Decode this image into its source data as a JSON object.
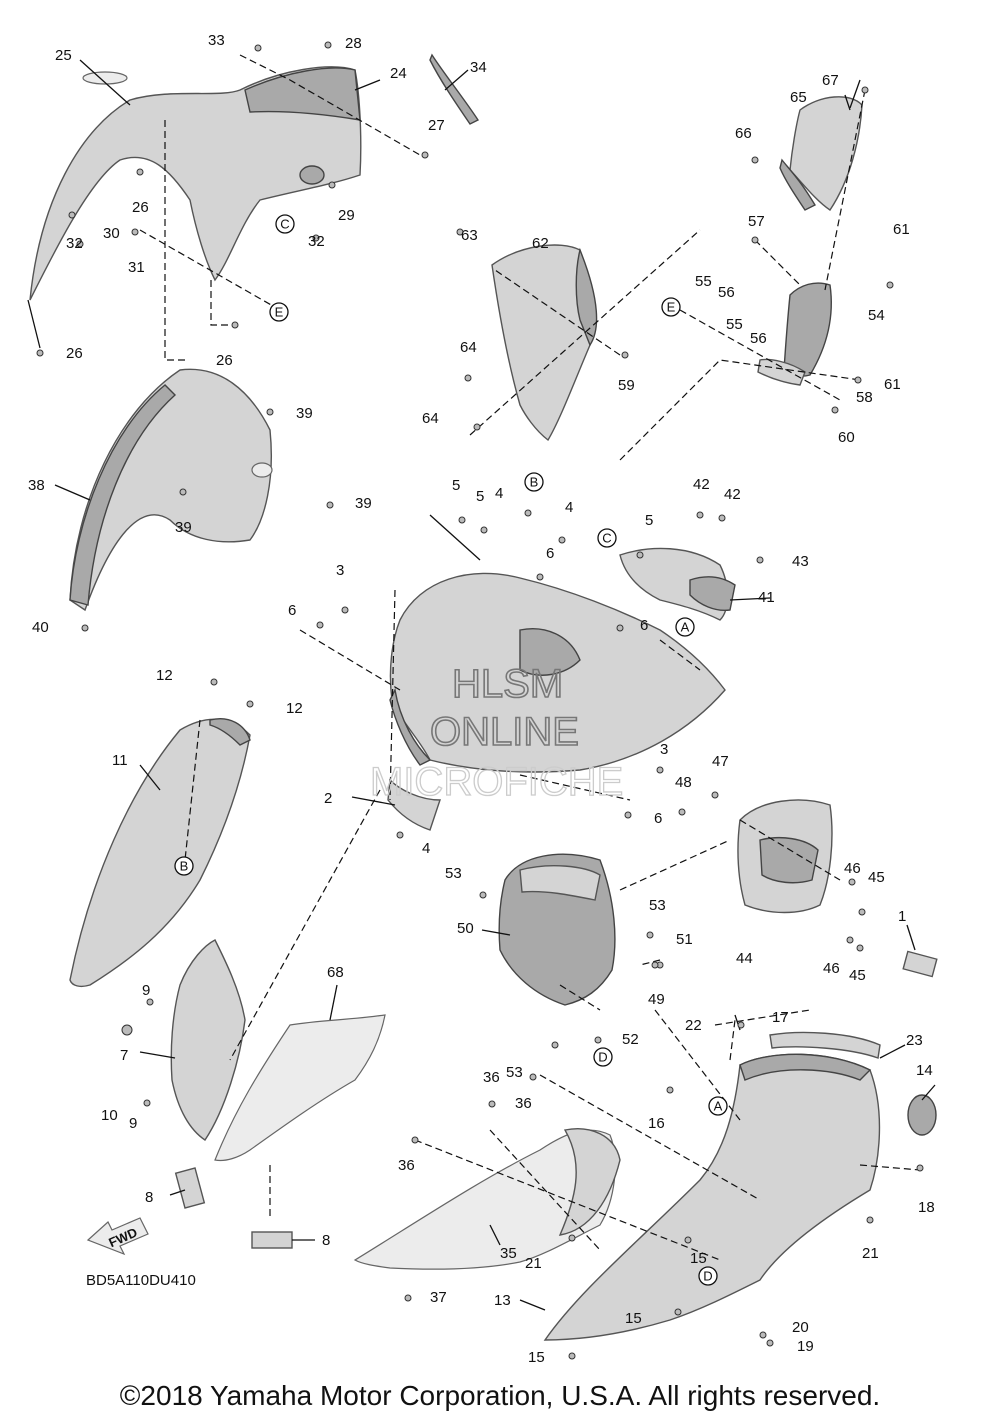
{
  "diagram_code": "BD5A110DU410",
  "copyright": "©2018 Yamaha Motor Corporation, U.S.A. All rights reserved.",
  "watermark": [
    "HLSM",
    "ONLINE",
    "MICROFICHE"
  ],
  "fwd_label": "FWD",
  "callouts": [
    {
      "id": "c25",
      "text": "25"
    },
    {
      "id": "c33",
      "text": "33"
    },
    {
      "id": "c28",
      "text": "28"
    },
    {
      "id": "c24",
      "text": "24"
    },
    {
      "id": "c34",
      "text": "34"
    },
    {
      "id": "c27",
      "text": "27"
    },
    {
      "id": "c26a",
      "text": "26"
    },
    {
      "id": "c29",
      "text": "29"
    },
    {
      "id": "c30",
      "text": "30"
    },
    {
      "id": "c31",
      "text": "31"
    },
    {
      "id": "c32a",
      "text": "32"
    },
    {
      "id": "c32b",
      "text": "32"
    },
    {
      "id": "c26b",
      "text": "26"
    },
    {
      "id": "c26c",
      "text": "26"
    },
    {
      "id": "c67",
      "text": "67"
    },
    {
      "id": "c65",
      "text": "65"
    },
    {
      "id": "c66",
      "text": "66"
    },
    {
      "id": "c63",
      "text": "63"
    },
    {
      "id": "c62",
      "text": "62"
    },
    {
      "id": "c57",
      "text": "57"
    },
    {
      "id": "c61a",
      "text": "61"
    },
    {
      "id": "c55a",
      "text": "55"
    },
    {
      "id": "c56a",
      "text": "56"
    },
    {
      "id": "c55b",
      "text": "55"
    },
    {
      "id": "c56b",
      "text": "56"
    },
    {
      "id": "c54",
      "text": "54"
    },
    {
      "id": "c64a",
      "text": "64"
    },
    {
      "id": "c59",
      "text": "59"
    },
    {
      "id": "c61b",
      "text": "61"
    },
    {
      "id": "c58",
      "text": "58"
    },
    {
      "id": "c64b",
      "text": "64"
    },
    {
      "id": "c60",
      "text": "60"
    },
    {
      "id": "c39a",
      "text": "39"
    },
    {
      "id": "c38",
      "text": "38"
    },
    {
      "id": "c39b",
      "text": "39"
    },
    {
      "id": "c39c",
      "text": "39"
    },
    {
      "id": "c40",
      "text": "40"
    },
    {
      "id": "c5a",
      "text": "5"
    },
    {
      "id": "c5b",
      "text": "5"
    },
    {
      "id": "c4a",
      "text": "4"
    },
    {
      "id": "c4b",
      "text": "4"
    },
    {
      "id": "c42a",
      "text": "42"
    },
    {
      "id": "c42b",
      "text": "42"
    },
    {
      "id": "c6a",
      "text": "6"
    },
    {
      "id": "c5c",
      "text": "5"
    },
    {
      "id": "c3a",
      "text": "3"
    },
    {
      "id": "c43",
      "text": "43"
    },
    {
      "id": "c6b",
      "text": "6"
    },
    {
      "id": "c41",
      "text": "41"
    },
    {
      "id": "c6c",
      "text": "6"
    },
    {
      "id": "c12a",
      "text": "12"
    },
    {
      "id": "c12b",
      "text": "12"
    },
    {
      "id": "c11",
      "text": "11"
    },
    {
      "id": "c3b",
      "text": "3"
    },
    {
      "id": "c47",
      "text": "47"
    },
    {
      "id": "c48",
      "text": "48"
    },
    {
      "id": "c2",
      "text": "2"
    },
    {
      "id": "c6d",
      "text": "6"
    },
    {
      "id": "c4c",
      "text": "4"
    },
    {
      "id": "c53a",
      "text": "53"
    },
    {
      "id": "c46a",
      "text": "46"
    },
    {
      "id": "c45a",
      "text": "45"
    },
    {
      "id": "c53b",
      "text": "53"
    },
    {
      "id": "c50",
      "text": "50"
    },
    {
      "id": "c51",
      "text": "51"
    },
    {
      "id": "c44",
      "text": "44"
    },
    {
      "id": "c46b",
      "text": "46"
    },
    {
      "id": "c45b",
      "text": "45"
    },
    {
      "id": "c1",
      "text": "1"
    },
    {
      "id": "c49",
      "text": "49"
    },
    {
      "id": "c68",
      "text": "68"
    },
    {
      "id": "c9a",
      "text": "9"
    },
    {
      "id": "c22",
      "text": "22"
    },
    {
      "id": "c17",
      "text": "17"
    },
    {
      "id": "c23",
      "text": "23"
    },
    {
      "id": "c52",
      "text": "52"
    },
    {
      "id": "c7",
      "text": "7"
    },
    {
      "id": "c53c",
      "text": "53"
    },
    {
      "id": "c14",
      "text": "14"
    },
    {
      "id": "c36a",
      "text": "36"
    },
    {
      "id": "c36b",
      "text": "36"
    },
    {
      "id": "c16",
      "text": "16"
    },
    {
      "id": "c10",
      "text": "10"
    },
    {
      "id": "c9b",
      "text": "9"
    },
    {
      "id": "c36c",
      "text": "36"
    },
    {
      "id": "c18",
      "text": "18"
    },
    {
      "id": "c8a",
      "text": "8"
    },
    {
      "id": "c35",
      "text": "35"
    },
    {
      "id": "c21a",
      "text": "21"
    },
    {
      "id": "c21b",
      "text": "21"
    },
    {
      "id": "c15a",
      "text": "15"
    },
    {
      "id": "c8b",
      "text": "8"
    },
    {
      "id": "c37",
      "text": "37"
    },
    {
      "id": "c13",
      "text": "13"
    },
    {
      "id": "c15b",
      "text": "15"
    },
    {
      "id": "c20",
      "text": "20"
    },
    {
      "id": "c19",
      "text": "19"
    },
    {
      "id": "c15c",
      "text": "15"
    }
  ],
  "references": [
    {
      "id": "rC1",
      "text": "C"
    },
    {
      "id": "rE1",
      "text": "E"
    },
    {
      "id": "rE2",
      "text": "E"
    },
    {
      "id": "rB1",
      "text": "B"
    },
    {
      "id": "rC2",
      "text": "C"
    },
    {
      "id": "rA1",
      "text": "A"
    },
    {
      "id": "rB2",
      "text": "B"
    },
    {
      "id": "rA2",
      "text": "A"
    },
    {
      "id": "rD1",
      "text": "D"
    },
    {
      "id": "rD2",
      "text": "D"
    }
  ]
}
